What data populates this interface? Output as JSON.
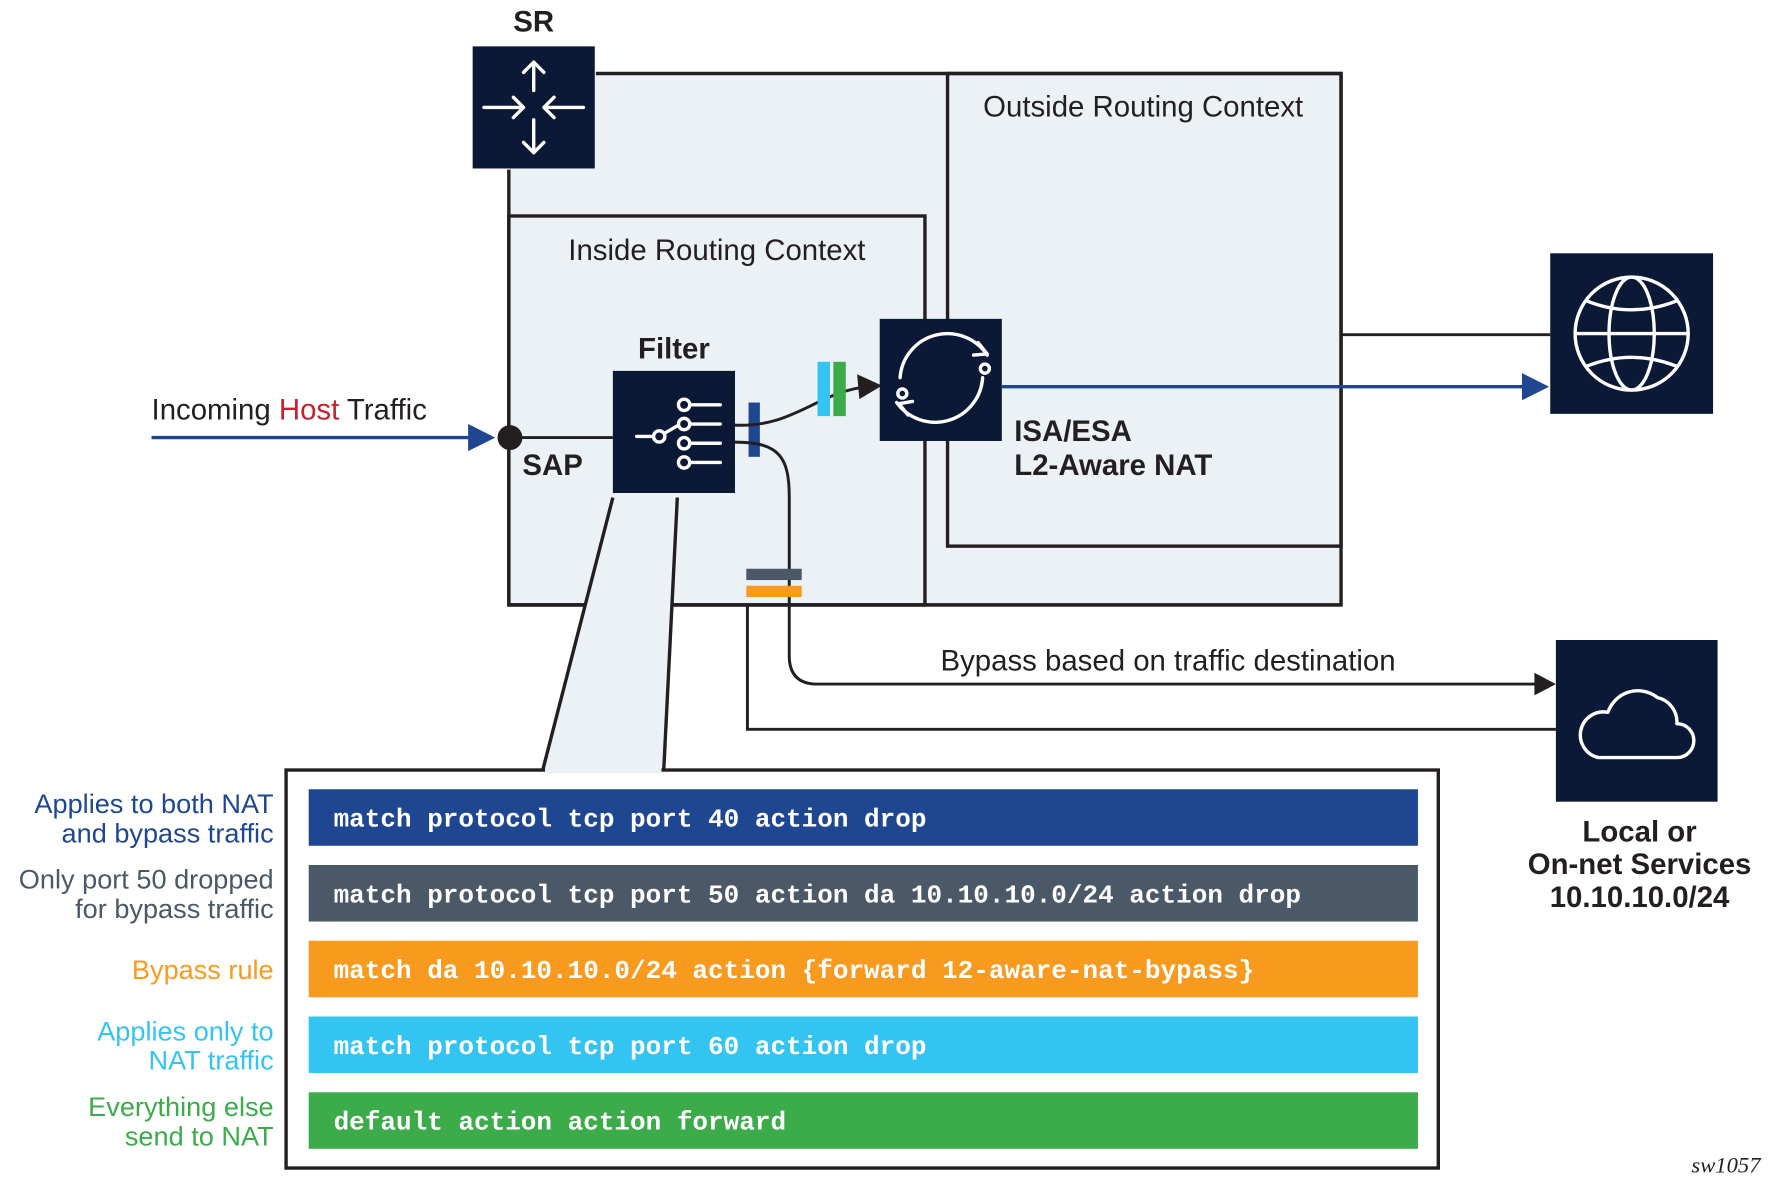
{
  "colors": {
    "navy": "#0b1836",
    "panel_bg": "#ecf1f6",
    "line": "#231f20",
    "traffic_blue": "#1f4690",
    "host_red": "#c8202f",
    "rule_blue": "#1f4690",
    "rule_gray": "#4b5868",
    "rule_orange": "#f79a1e",
    "rule_cyan": "#33c4f2",
    "rule_green": "#3cab4a"
  },
  "sr": {
    "label": "SR",
    "icon": "router-icon"
  },
  "outside_context": {
    "label": "Outside Routing Context"
  },
  "inside_context": {
    "label": "Inside Routing Context"
  },
  "filter": {
    "label": "Filter",
    "icon": "filter-switch-icon"
  },
  "nat": {
    "line1": "ISA/ESA",
    "line2": "L2-Aware NAT",
    "icon": "nat-cycle-icon"
  },
  "incoming": {
    "prefix": "Incoming ",
    "highlight": "Host",
    "suffix": " Traffic"
  },
  "sap": {
    "label": "SAP"
  },
  "internet": {
    "icon": "globe-icon"
  },
  "bypass": {
    "label": "Bypass based on traffic destination"
  },
  "local_services": {
    "icon": "cloud-icon",
    "line1": "Local or",
    "line2": "On-net Services",
    "line3": "10.10.10.0/24"
  },
  "rules": [
    {
      "note_line1": "Applies to both NAT",
      "note_line2": "and bypass traffic",
      "code": "match protocol tcp port 40 action drop",
      "color_key": "rule_blue"
    },
    {
      "note_line1": "Only port 50 dropped",
      "note_line2": "for bypass traffic",
      "code": "match protocol tcp port 50 action da 10.10.10.0/24 action drop",
      "color_key": "rule_gray"
    },
    {
      "note_line1": "Bypass rule",
      "note_line2": "",
      "code": "match da 10.10.10.0/24 action {forward 12-aware-nat-bypass}",
      "color_key": "rule_orange"
    },
    {
      "note_line1": "Applies only to",
      "note_line2": "NAT traffic",
      "code": "match protocol tcp port 60 action drop",
      "color_key": "rule_cyan"
    },
    {
      "note_line1": "Everything else",
      "note_line2": "send to NAT",
      "code": "default action action forward",
      "color_key": "rule_green"
    }
  ],
  "figure_id": "sw1057"
}
